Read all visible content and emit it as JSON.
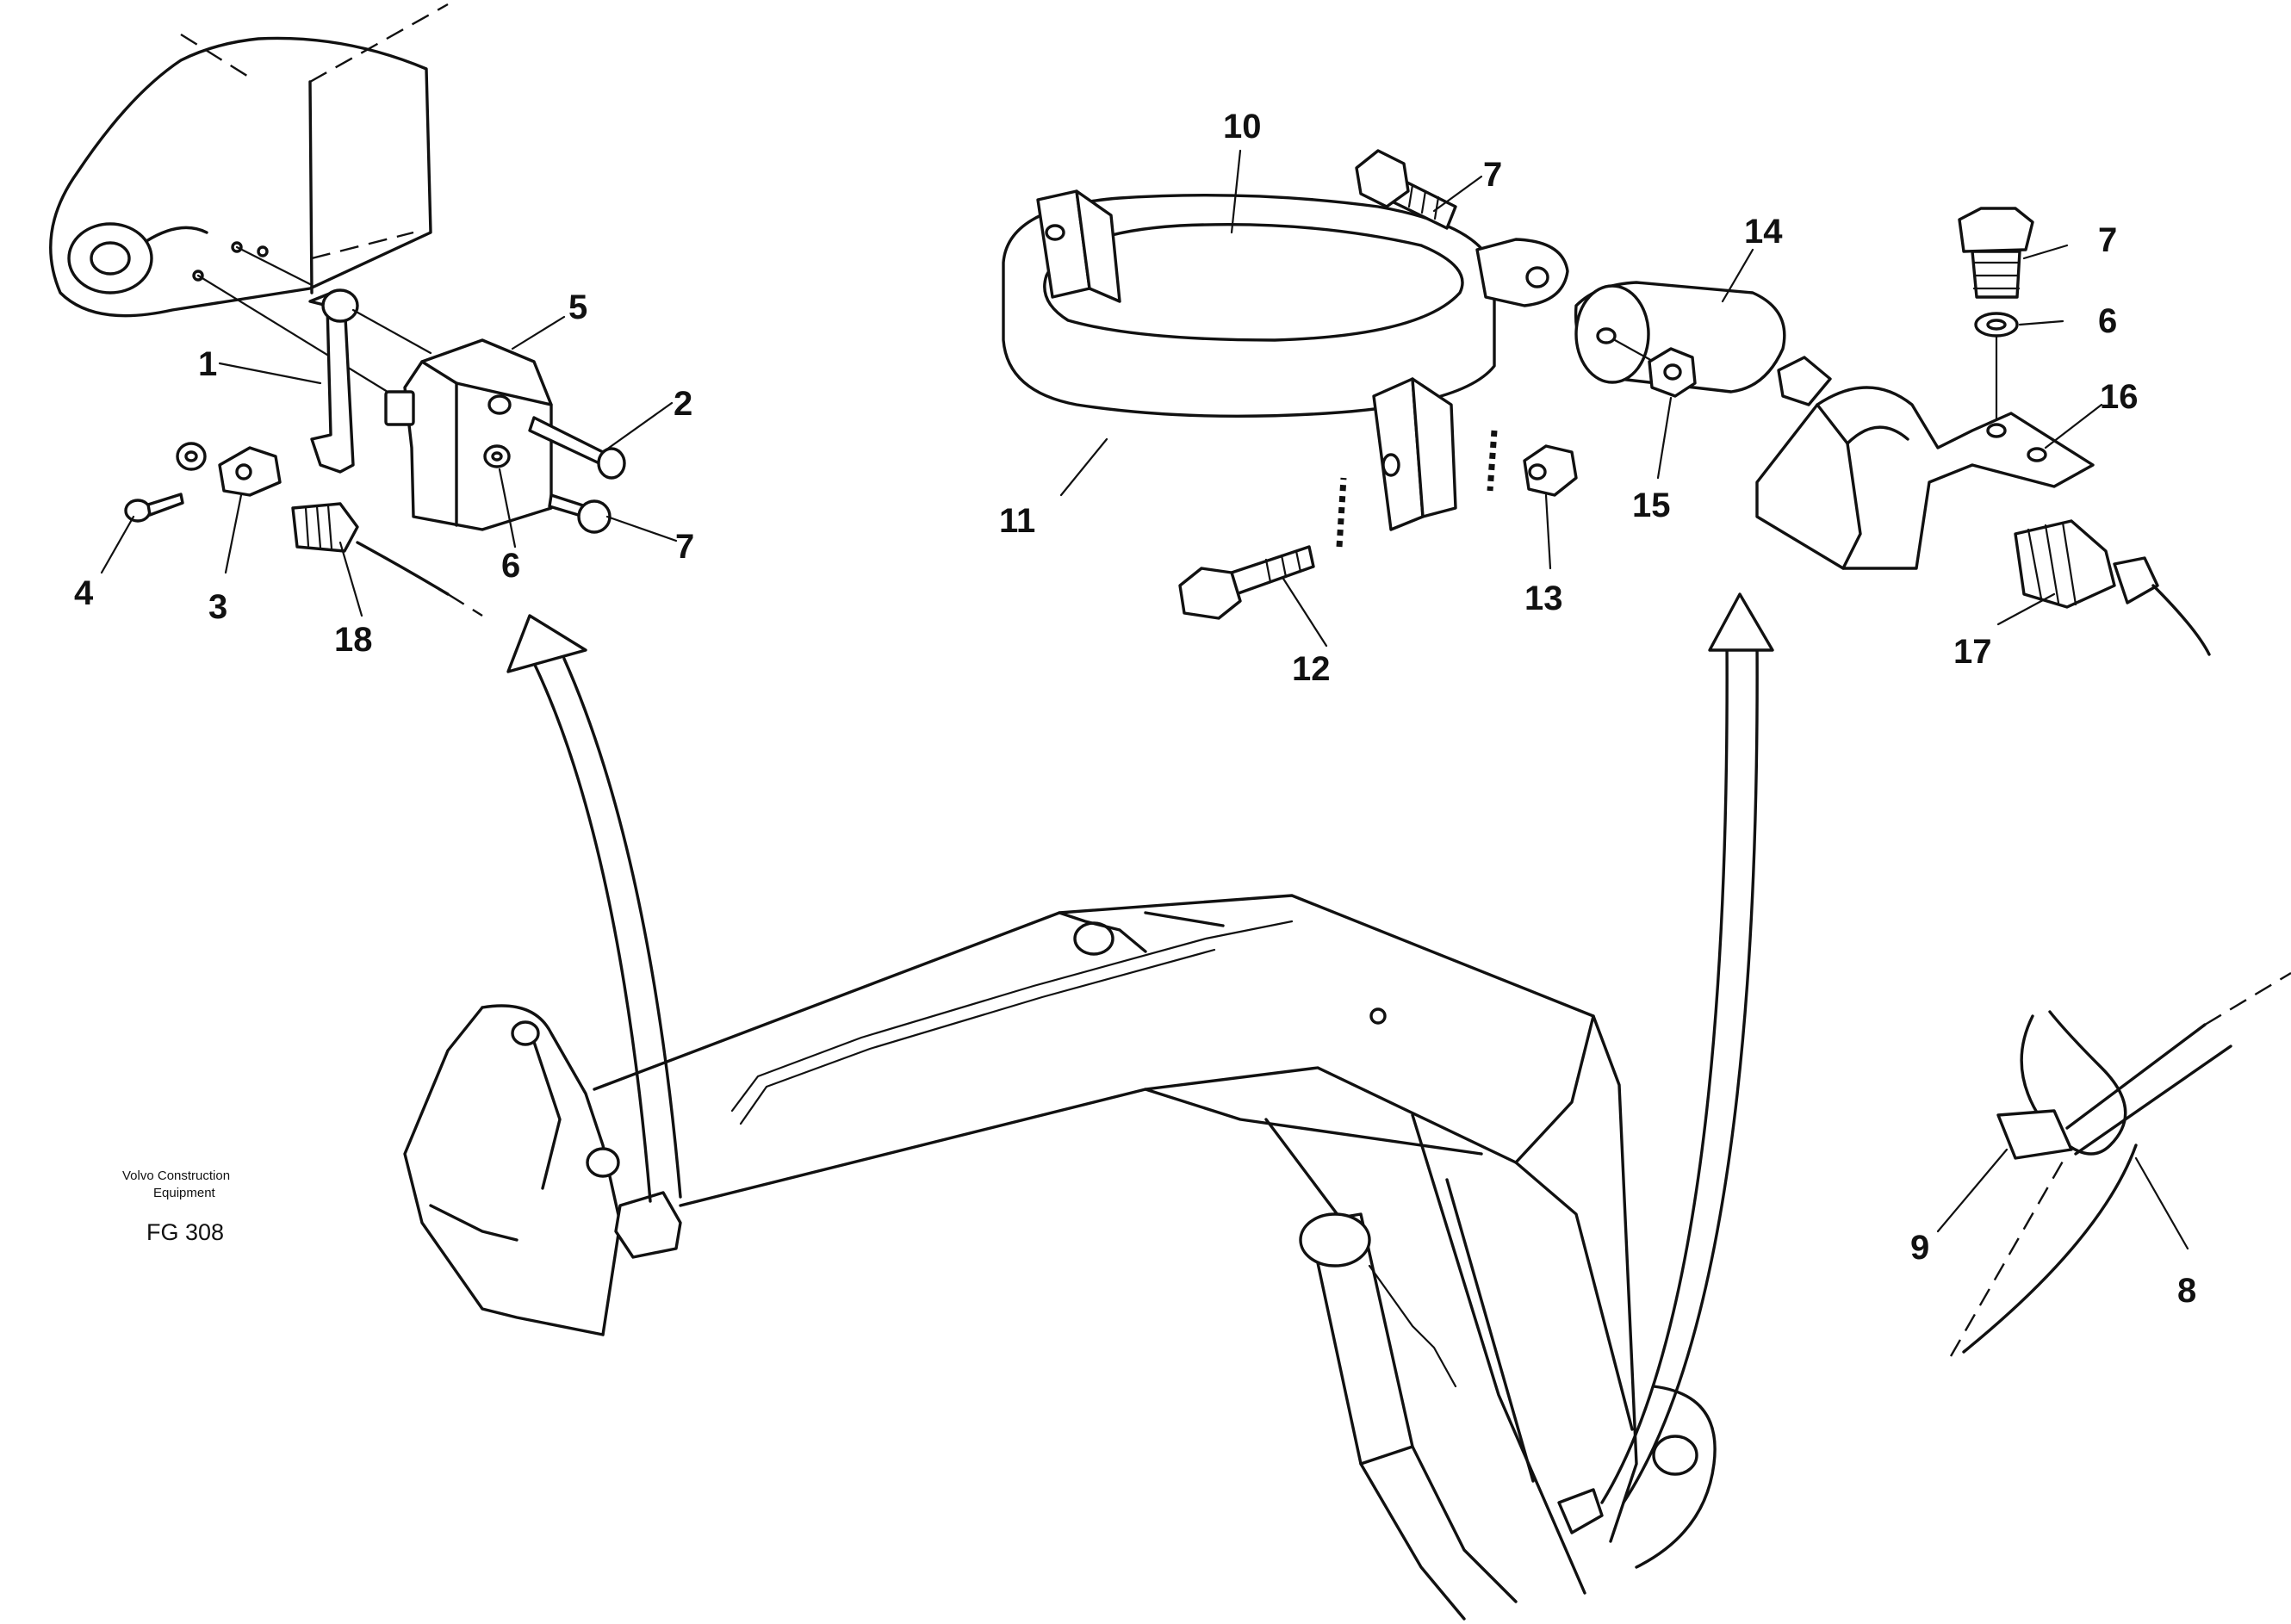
{
  "figure": {
    "brand_line1": "Volvo Construction",
    "brand_line2": "Equipment",
    "figure_code": "FG 308"
  },
  "callouts": {
    "c1": "1",
    "c2": "2",
    "c3": "3",
    "c4": "4",
    "c5": "5",
    "c6a": "6",
    "c6b": "6",
    "c7a": "7",
    "c7b": "7",
    "c7c": "7",
    "c8": "8",
    "c9": "9",
    "c10": "10",
    "c11": "11",
    "c12": "12",
    "c13": "13",
    "c14": "14",
    "c15": "15",
    "c16": "16",
    "c17": "17",
    "c18": "18"
  }
}
